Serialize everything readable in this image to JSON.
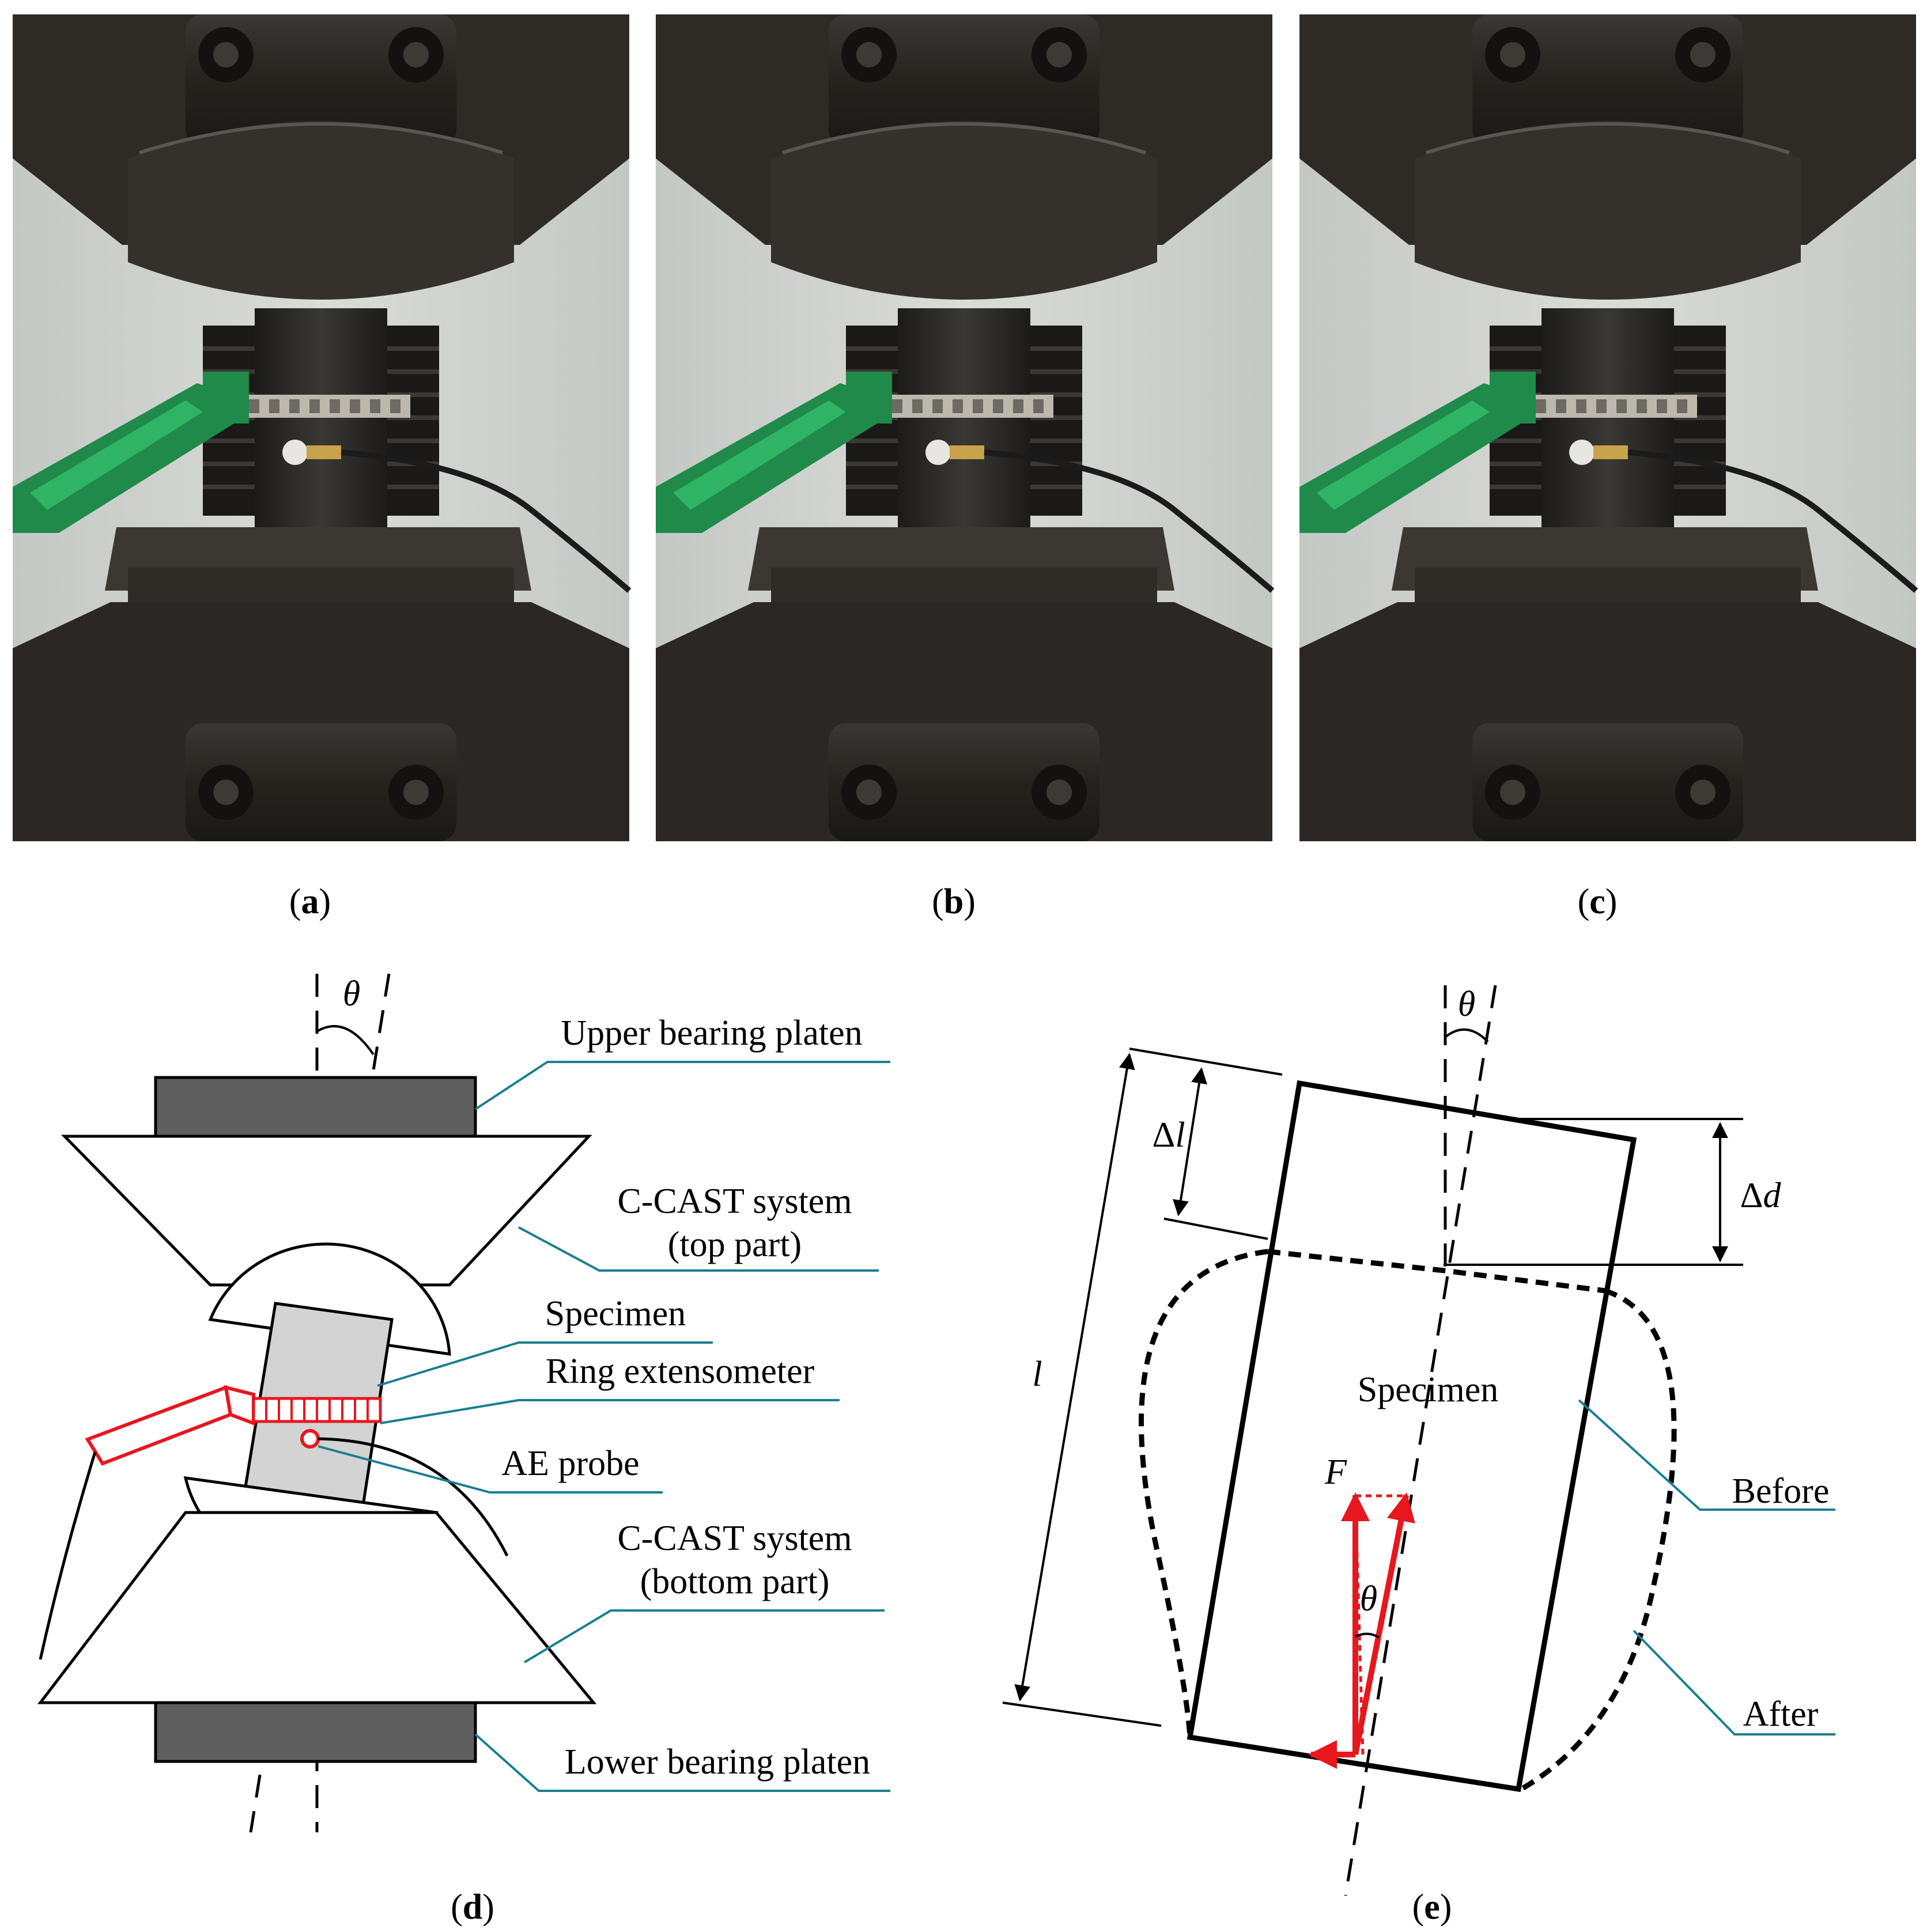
{
  "panels": {
    "a": {
      "letter": "a"
    },
    "b": {
      "letter": "b"
    },
    "c": {
      "letter": "c"
    },
    "d": {
      "letter": "d"
    },
    "e": {
      "letter": "e"
    }
  },
  "diagram_d": {
    "theta": "θ",
    "labels": {
      "upper_platen": "Upper bearing platen",
      "ccast_top_1": "C-CAST system",
      "ccast_top_2": "(top part)",
      "specimen": "Specimen",
      "ring_extensometer": "Ring extensometer",
      "ae_probe": "AE probe",
      "ccast_bottom_1": "C-CAST system",
      "ccast_bottom_2": "(bottom part)",
      "lower_platen": "Lower bearing platen"
    }
  },
  "diagram_e": {
    "theta_top": "θ",
    "theta_force": "θ",
    "delta_l": "Δl",
    "delta_d": "Δd",
    "l": "l",
    "F": "F",
    "specimen": "Specimen",
    "before": "Before",
    "after": "After"
  },
  "colors": {
    "leader_line": "#1a7f8e",
    "accent_red": "#e8161d",
    "platen_gray": "#5f5f5f",
    "specimen_gray": "#d3d3d3",
    "photo_machine": "#2a2826",
    "photo_green": "#1f8a4a"
  }
}
